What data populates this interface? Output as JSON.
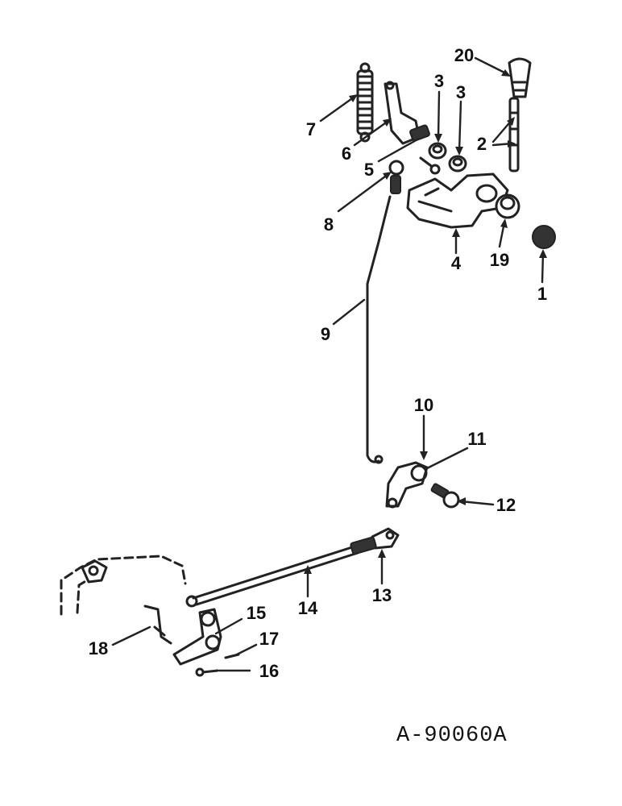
{
  "diagram": {
    "reference_code": "A-90060A",
    "callouts": [
      "1",
      "2",
      "3",
      "3",
      "4",
      "5",
      "6",
      "7",
      "8",
      "9",
      "10",
      "11",
      "12",
      "13",
      "14",
      "15",
      "16",
      "17",
      "18",
      "19",
      "20"
    ]
  }
}
